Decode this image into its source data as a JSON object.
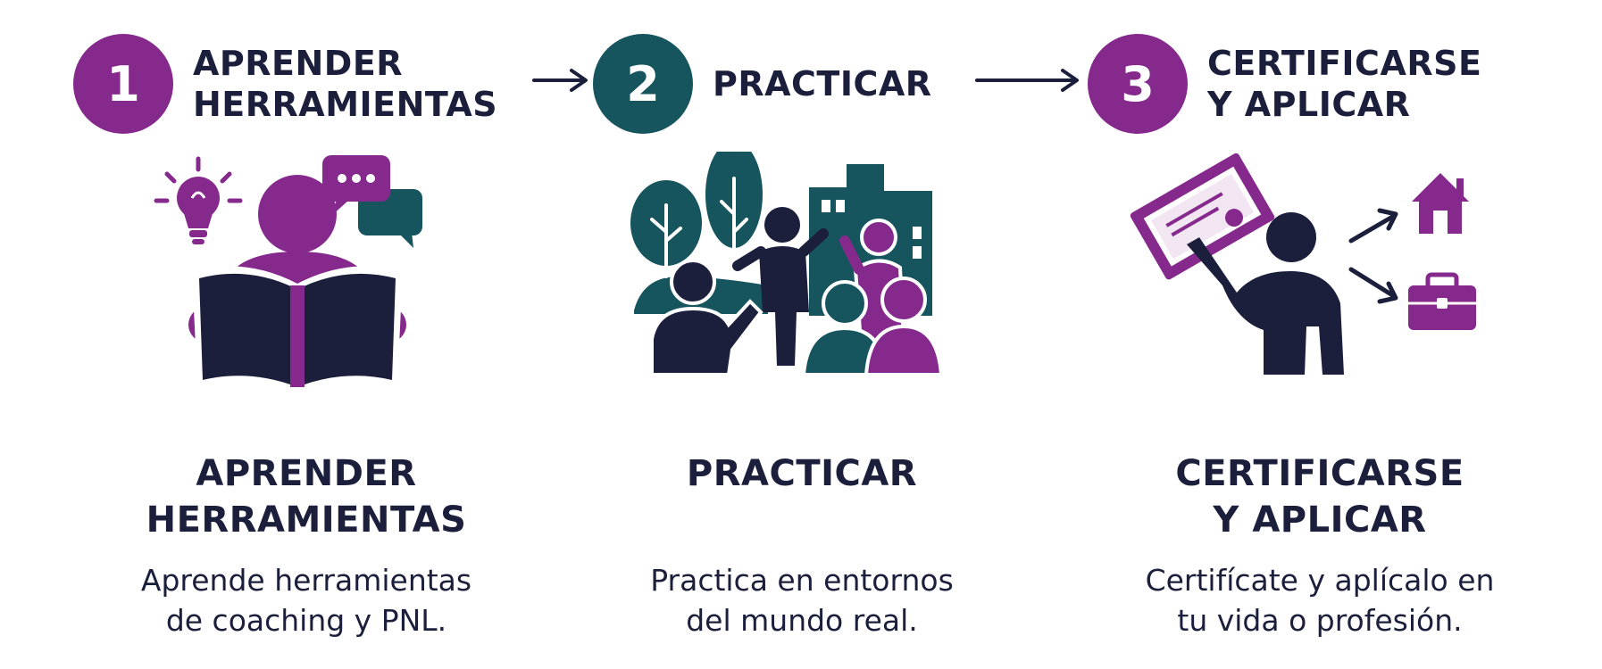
{
  "colors": {
    "purple": "#852a8c",
    "teal": "#16555e",
    "navy": "#1b1f3b",
    "arrow": "#1b1f3b"
  },
  "steps": [
    {
      "number": "1",
      "badge_color": "#852a8c",
      "header_lines": [
        "APRENDER",
        "HERRAMIENTAS"
      ],
      "title_lines": [
        "APRENDER",
        "HERRAMIENTAS"
      ],
      "desc_lines": [
        "Aprende herramientas",
        "de coaching y PNL."
      ],
      "icons": [
        "lightbulb-icon",
        "speech-bubbles-icon",
        "person-reading-book-icon"
      ]
    },
    {
      "number": "2",
      "badge_color": "#16555e",
      "header_lines": [
        "PRACTICAR"
      ],
      "title_lines": [
        "PRACTICAR"
      ],
      "desc_lines": [
        "Practica en entornos",
        "del mundo real."
      ],
      "icons": [
        "trees-icon",
        "buildings-icon",
        "people-group-icon"
      ]
    },
    {
      "number": "3",
      "badge_color": "#852a8c",
      "header_lines": [
        "CERTIFICARSE",
        "Y APLICAR"
      ],
      "title_lines": [
        "CERTIFICARSE",
        "Y APLICAR"
      ],
      "desc_lines": [
        "Certifícate y aplícalo en",
        "tu vida o profesión."
      ],
      "icons": [
        "certificate-icon",
        "person-holding-certificate-icon",
        "house-icon",
        "briefcase-icon"
      ]
    }
  ]
}
